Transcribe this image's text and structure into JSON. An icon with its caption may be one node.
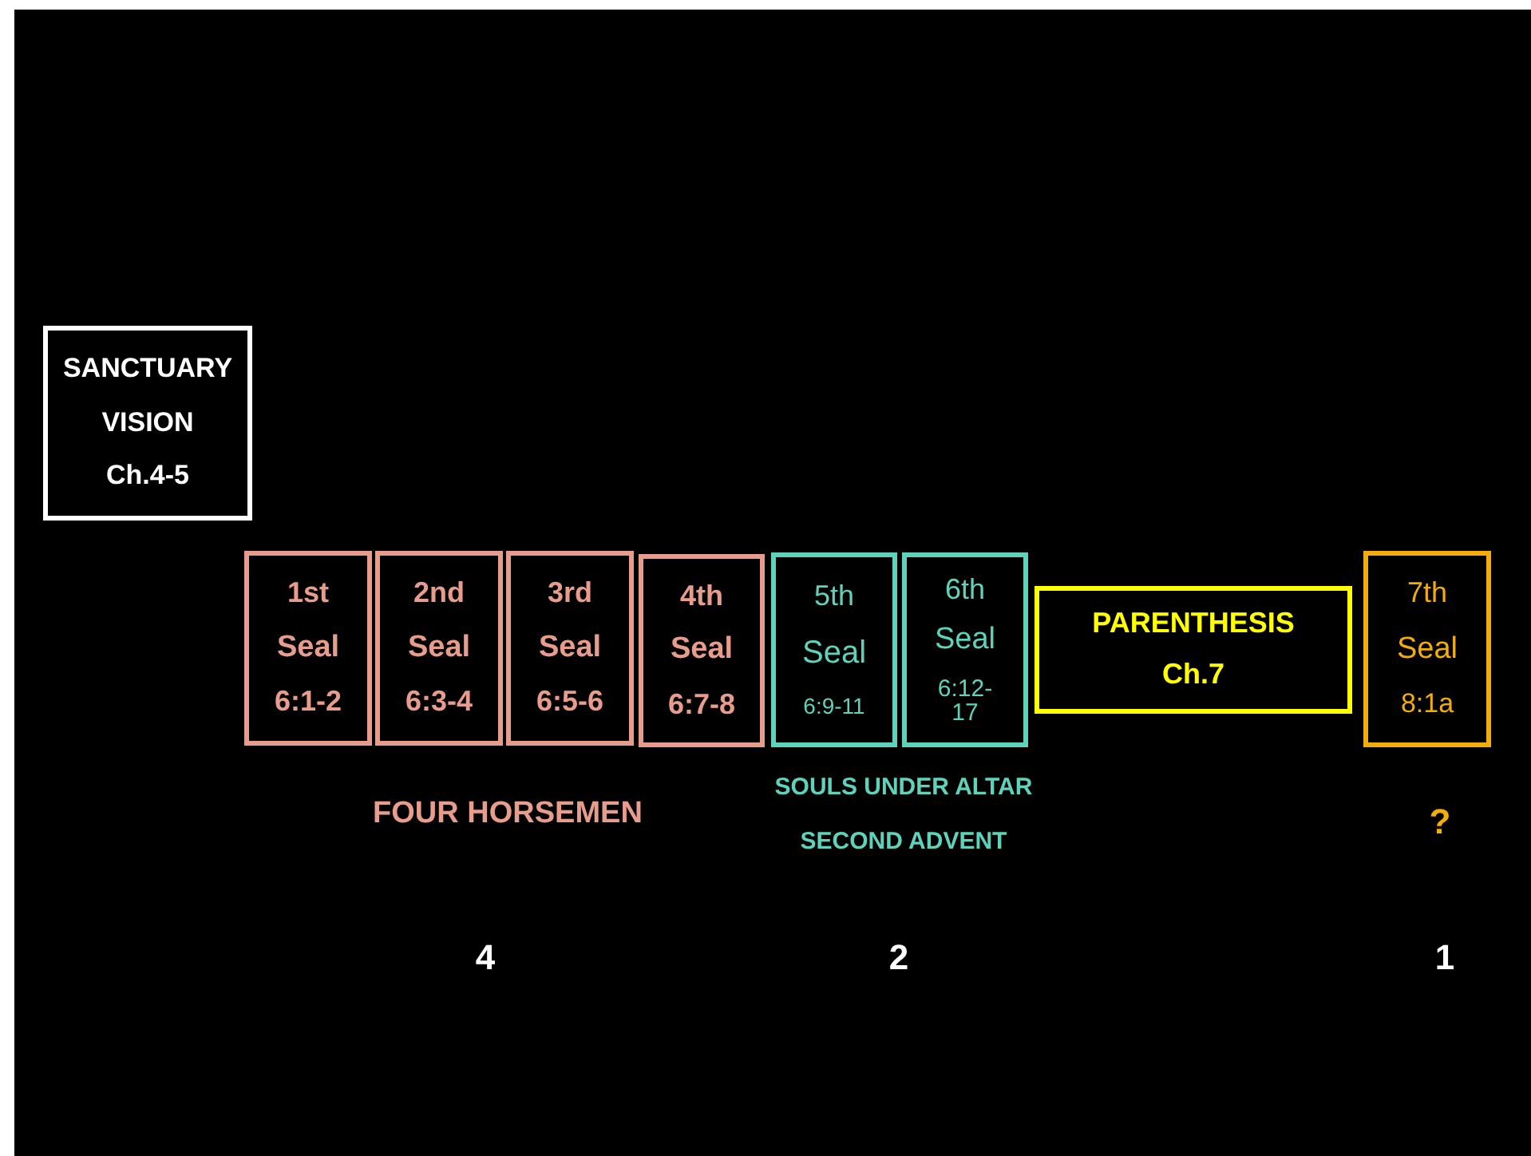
{
  "diagram": {
    "nodes": [
      {
        "text": [
          "SANCTUARY",
          "VISION",
          "Ch.4-5"
        ]
      },
      {
        "text": [
          "1st",
          "Seal",
          "6:1-2"
        ]
      },
      {
        "text": [
          "2nd",
          "Seal",
          "6:3-4"
        ]
      },
      {
        "text": [
          "3rd",
          "Seal",
          "6:5-6"
        ]
      },
      {
        "text": [
          "4th",
          "Seal",
          "6:7-8"
        ]
      },
      {
        "text": [
          "5th",
          "Seal",
          "6:9-11"
        ]
      },
      {
        "text": [
          "6th",
          "Seal",
          "6:12- 17"
        ]
      },
      {
        "text": [
          "PARENTHESIS",
          "Ch.7"
        ]
      },
      {
        "text": [
          "7th",
          "Seal",
          "8:1a"
        ]
      }
    ],
    "labels": [
      "FOUR HORSEMEN",
      "SOULS UNDER ALTAR",
      "SECOND ADVENT",
      "?",
      "4",
      "2",
      "1"
    ]
  }
}
